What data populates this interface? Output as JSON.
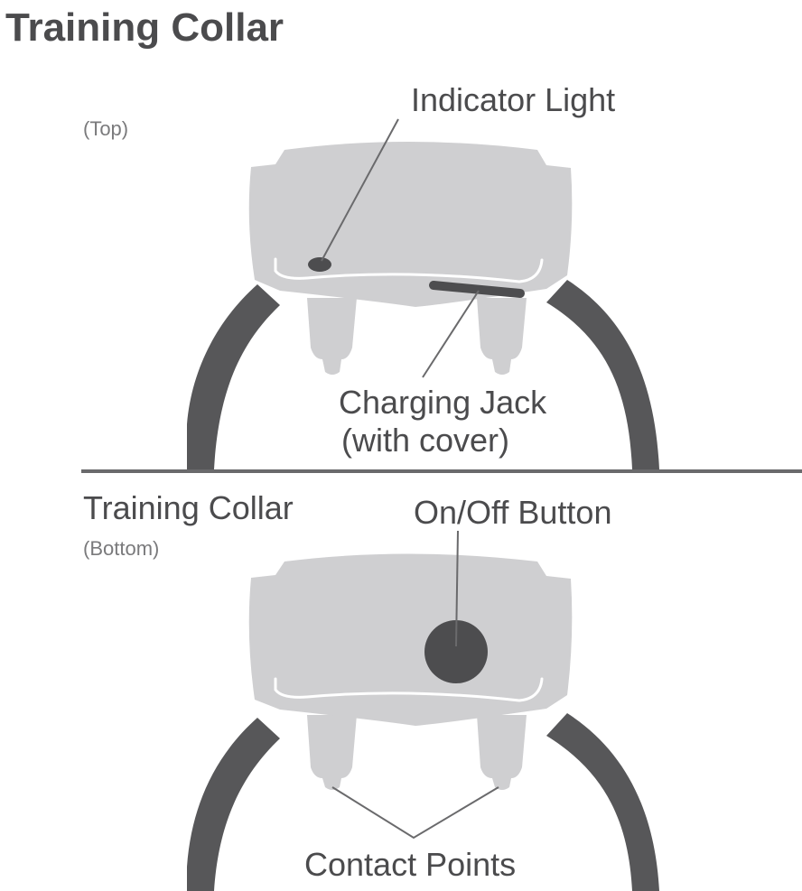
{
  "title": "Training Collar",
  "top_section": {
    "view_label": "(Top)",
    "callouts": {
      "indicator_light": "Indicator Light",
      "charging_jack_line1": "Charging Jack",
      "charging_jack_line2": "(with cover)"
    }
  },
  "bottom_section": {
    "heading": "Training Collar",
    "view_label": "(Bottom)",
    "callouts": {
      "on_off_button": "On/Off Button",
      "contact_points": "Contact Points"
    }
  },
  "colors": {
    "body_fill": "#cfcfd1",
    "strap": "#575759",
    "dark_part": "#4d4d4f",
    "text": "#4b4b4d",
    "sub_text": "#7a7a7c",
    "divider": "#6a6a6c"
  }
}
